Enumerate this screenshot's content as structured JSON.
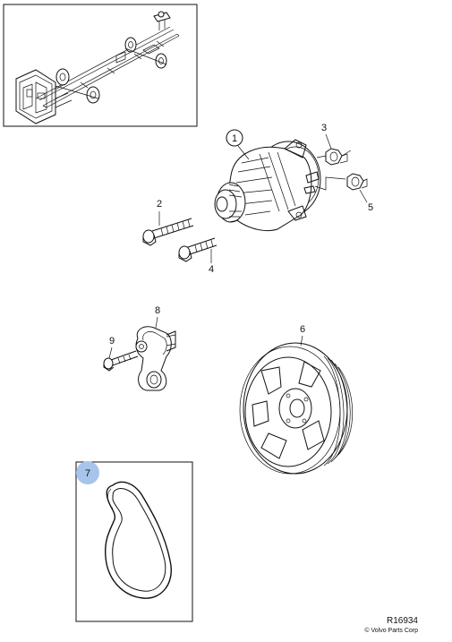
{
  "callouts": {
    "c1": "1",
    "c2": "2",
    "c3": "3",
    "c4": "4",
    "c5": "5",
    "c6": "6",
    "c7": "7",
    "c8": "8",
    "c9": "9"
  },
  "footer": {
    "ref_code": "R16934",
    "copyright": "© Volvo Parts Corp"
  },
  "colors": {
    "highlight_callout": "#a9c4ea",
    "line": "#111111"
  }
}
